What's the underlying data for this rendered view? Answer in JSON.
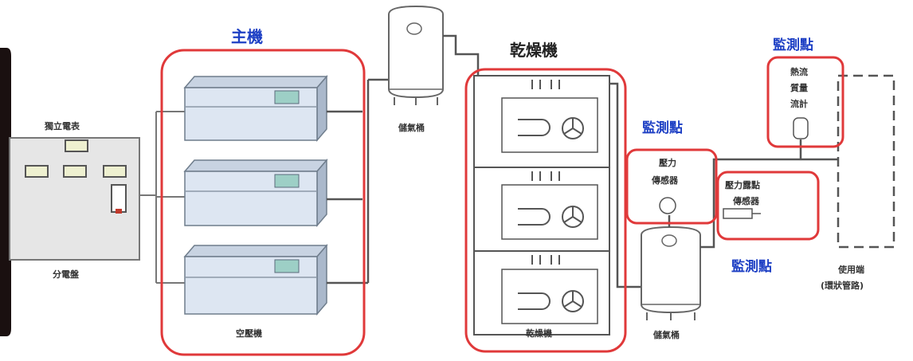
{
  "colors": {
    "highlight": "#e0393a",
    "callout": "#1d3fc4",
    "equipment_fill": "#dde6f2",
    "equipment_stroke": "#6f7d8c",
    "pipe": "#666666"
  },
  "labels": {
    "main_unit": "主機",
    "dryer": "乾燥機",
    "monitor_top": "監測點",
    "monitor_mid": "監測點",
    "monitor_bottom": "監測點",
    "independent_meter": "獨立電表",
    "distribution_panel": "分電盤",
    "compressor": "空壓機",
    "receiver_top": "儲氣桶",
    "receiver_bottom": "儲氣桶",
    "dryer_unit": "乾燥機",
    "pressure_sensor_l1": "壓力",
    "pressure_sensor_l2": "傳感器",
    "pressure_dewpoint_l1": "壓力露點",
    "pressure_dewpoint_l2": "傳感器",
    "flow_meter_l1": "熱流",
    "flow_meter_l2": "質量",
    "flow_meter_l3": "流計",
    "use_area_l1": "使用端",
    "use_area_l2": "(環狀管路)"
  }
}
